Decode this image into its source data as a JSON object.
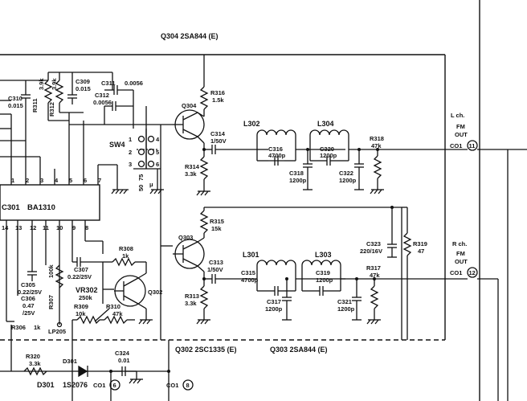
{
  "header": {
    "q304_top": "Q304   2SA844  (E)",
    "q302_bottom": "Q302  2SC1335  (E)",
    "q303_bottom": "Q303   2SA844  (E)"
  },
  "ic": {
    "ref": "C301",
    "part": "BA1310",
    "pins_top": [
      "1",
      "2",
      "3",
      "4",
      "5",
      "6",
      "7"
    ],
    "pins_bottom": [
      "14",
      "13",
      "12",
      "11",
      "10",
      "9",
      "8"
    ]
  },
  "switch": {
    "ref": "SW4",
    "pins": [
      "1",
      "2",
      "3",
      "4",
      "5",
      "6"
    ],
    "labels": [
      "75",
      "50",
      "μ"
    ]
  },
  "components": {
    "R311": {
      "ref": "R311",
      "val": "3.9k"
    },
    "R312": {
      "ref": "R312",
      "val": "3.9k"
    },
    "C310": {
      "ref": "C310",
      "val": "0.015"
    },
    "C309": {
      "ref": "C309",
      "val": "0.015"
    },
    "C311": {
      "ref": "C311",
      "val": "0.0056"
    },
    "C312": {
      "ref": "C312",
      "val": "0.0056"
    },
    "R316": {
      "ref": "R316",
      "val": "1.5k"
    },
    "Q304": {
      "ref": "Q304"
    },
    "C314": {
      "ref": "C314",
      "val": "1/50V"
    },
    "R314": {
      "ref": "R314",
      "val": "3.3k"
    },
    "L302": {
      "ref": "L302"
    },
    "C316": {
      "ref": "C316",
      "val": "4700p"
    },
    "C318": {
      "ref": "C318",
      "val": "1200p"
    },
    "L304": {
      "ref": "L304"
    },
    "C320": {
      "ref": "C320",
      "val": "1200p"
    },
    "C322": {
      "ref": "C322",
      "val": "1200p"
    },
    "R318": {
      "ref": "R318",
      "val": "47k"
    },
    "R315": {
      "ref": "R315",
      "val": "15k"
    },
    "Q303": {
      "ref": "Q303"
    },
    "C313": {
      "ref": "C313",
      "val": "1/50V"
    },
    "R313": {
      "ref": "R313",
      "val": "3.3k"
    },
    "L301": {
      "ref": "L301"
    },
    "C315": {
      "ref": "C315",
      "val": "4700p"
    },
    "C317": {
      "ref": "C317",
      "val": "1200p"
    },
    "L303": {
      "ref": "L303"
    },
    "C319": {
      "ref": "C319",
      "val": "1200p"
    },
    "C321": {
      "ref": "C321",
      "val": "1200p"
    },
    "R317": {
      "ref": "R317",
      "val": "47k"
    },
    "C323": {
      "ref": "C323",
      "val": "220/16V"
    },
    "R319": {
      "ref": "R319",
      "val": "47"
    },
    "R308": {
      "ref": "R308",
      "val": "1k"
    },
    "C307": {
      "ref": "C307",
      "val": "0.22/25V"
    },
    "VR302": {
      "ref": "VR302",
      "val": "250k"
    },
    "Q302": {
      "ref": "Q302"
    },
    "R309": {
      "ref": "R309",
      "val": "10k"
    },
    "R310": {
      "ref": "R310",
      "val": "47k"
    },
    "R307": {
      "ref": "R307",
      "val": "100k"
    },
    "C305": {
      "ref": "C305",
      "val": "0.22/25V"
    },
    "C306": {
      "ref": "C306",
      "val": "0.47",
      "val2": "/25V"
    },
    "R306": {
      "ref": "R306",
      "val": "1k"
    },
    "LP205": {
      "ref": "LP205"
    },
    "R320": {
      "ref": "R320",
      "val": "3.3k"
    },
    "D301": {
      "ref": "D301",
      "ref2": "D301",
      "part": "1S2076"
    },
    "C324": {
      "ref": "C324",
      "val": "0.01"
    }
  },
  "outputs": {
    "left": {
      "line1": "L ch.",
      "line2": "FM",
      "line3": "OUT",
      "conn": "CO1",
      "pin": "11"
    },
    "right": {
      "line1": "R ch.",
      "line2": "FM",
      "line3": "OUT",
      "conn": "CO1",
      "pin": "12"
    }
  },
  "connectors": {
    "co1_6": {
      "conn": "CO1",
      "pin": "6"
    },
    "co1_8": {
      "conn": "CO1",
      "pin": "8"
    }
  }
}
